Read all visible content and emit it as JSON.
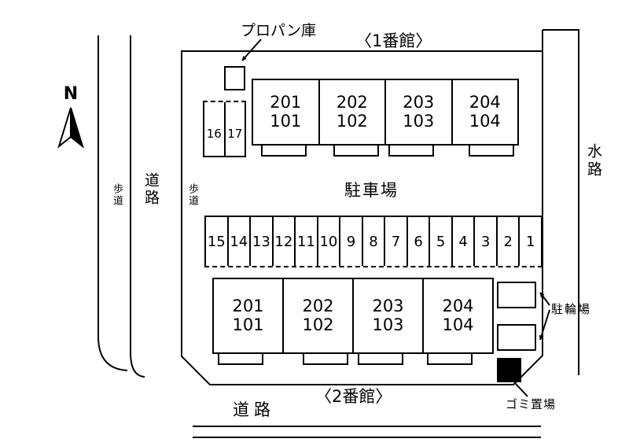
{
  "compass": {
    "label": "N"
  },
  "roads": {
    "left_sidewalk_label": "歩道",
    "left_road_label": "道路",
    "inner_walkway_label": "歩道",
    "waterway_label": "水路",
    "bottom_road_label": "道路"
  },
  "annotations": {
    "propane_label": "プロパン庫",
    "building1_title": "〈1番館〉",
    "building2_title": "〈2番館〉",
    "parking_area_label": "駐車場",
    "bicycle_parking_label": "駐輪場",
    "garbage_area_label": "ゴミ置場"
  },
  "building1": {
    "units": [
      {
        "upper": "201",
        "lower": "101"
      },
      {
        "upper": "202",
        "lower": "102"
      },
      {
        "upper": "203",
        "lower": "103"
      },
      {
        "upper": "204",
        "lower": "104"
      }
    ]
  },
  "building2": {
    "units": [
      {
        "upper": "201",
        "lower": "101"
      },
      {
        "upper": "202",
        "lower": "102"
      },
      {
        "upper": "203",
        "lower": "103"
      },
      {
        "upper": "204",
        "lower": "104"
      }
    ]
  },
  "side_spots": {
    "labels": [
      "16",
      "17"
    ]
  },
  "parking_row": {
    "spots": [
      "15",
      "14",
      "13",
      "12",
      "11",
      "10",
      "9",
      "8",
      "7",
      "6",
      "5",
      "4",
      "3",
      "2",
      "1"
    ]
  }
}
